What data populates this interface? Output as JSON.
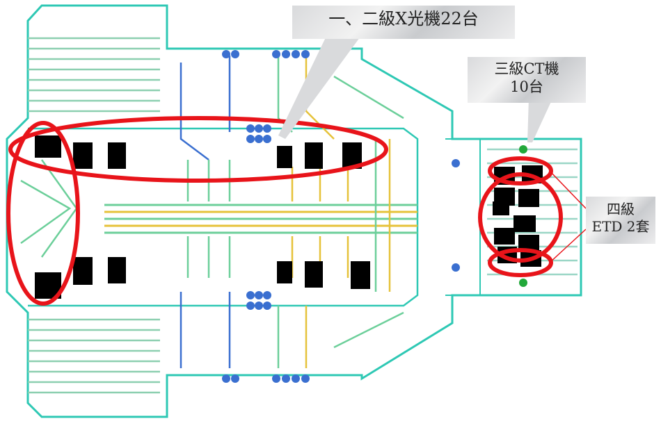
{
  "callouts": {
    "xray": {
      "text": "一、二級X光機22台"
    },
    "ct": {
      "line1": "三級CT機",
      "line2": "10台"
    },
    "etd": {
      "line1": "四級",
      "line2": "ETD 2套"
    }
  },
  "colors": {
    "outline": "#2ec8b4",
    "highlight": "#e8141a",
    "conveyor_blue": "#3a6fd0",
    "conveyor_yellow": "#e6c23a",
    "conveyor_green": "#6ccf9a",
    "machine": "#000000"
  }
}
